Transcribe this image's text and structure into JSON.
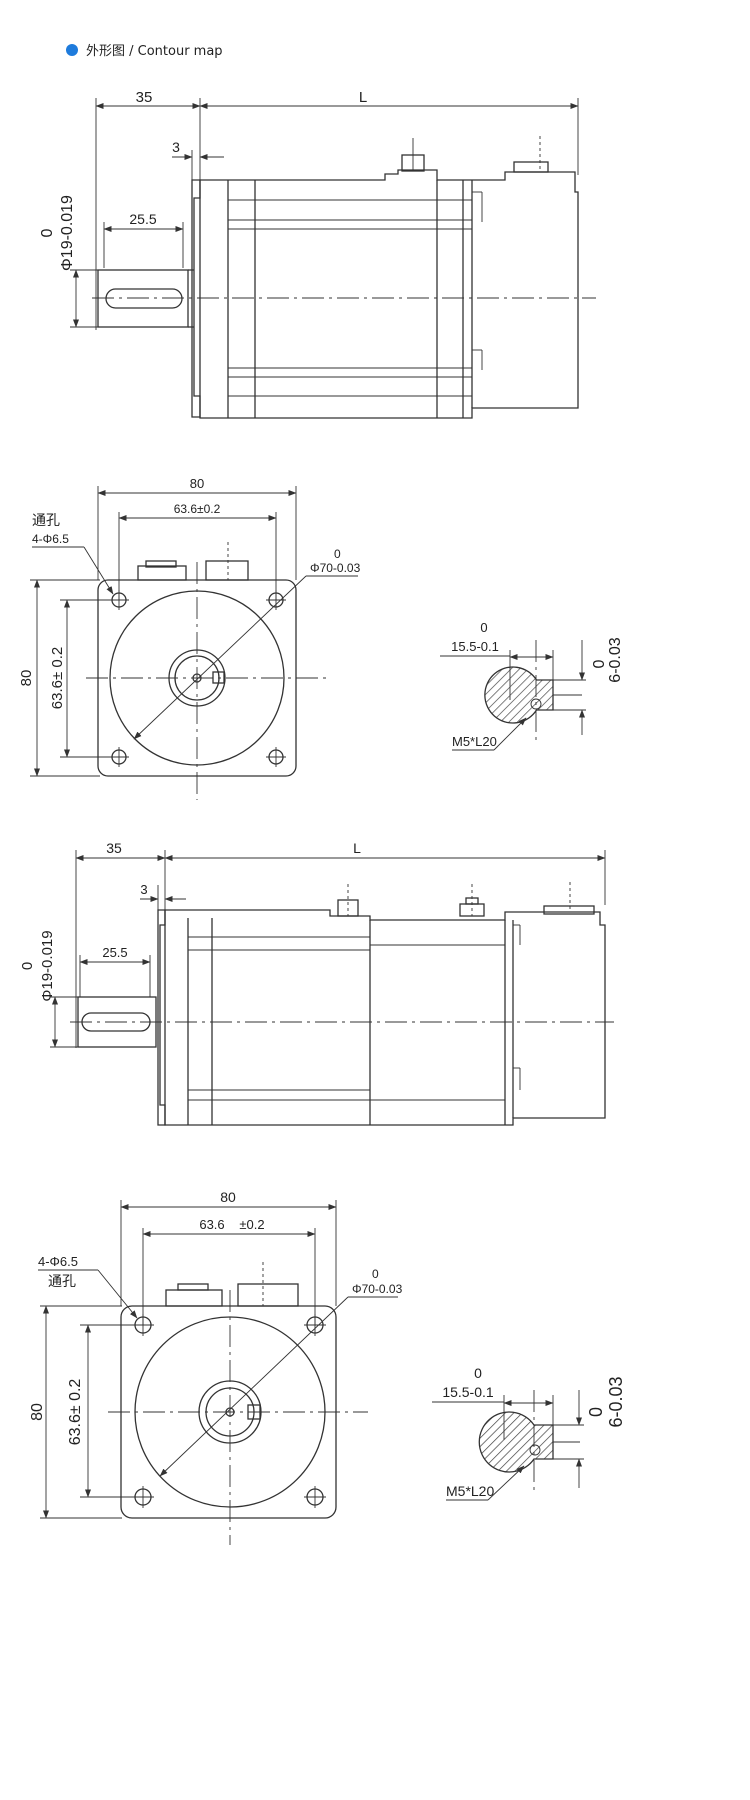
{
  "header": {
    "title": "外形图 / Contour map",
    "accent_color": "#1e7bdc"
  },
  "view1": {
    "dim_35": "35",
    "dim_L": "L",
    "dim_3": "3",
    "dim_25_5": "25.5",
    "shaft_tol_upper": "0",
    "shaft_dia": "Φ19-0.019"
  },
  "front1": {
    "dim_80_top": "80",
    "dim_63_6_top": "63.6±0.2",
    "hole_label_cn": "通孔",
    "hole_label": "4-Φ6.5",
    "pilot_upper": "0",
    "pilot": "Φ70-0.03",
    "dim_80_side": "80",
    "dim_63_6_side": "63.6± 0.2"
  },
  "key1": {
    "dim_upper": "0",
    "dim_15_5": "15.5-0.1",
    "key_upper": "0",
    "key_width": "6-0.03",
    "thread": "M5*L20"
  },
  "view2": {
    "dim_35": "35",
    "dim_L": "L",
    "dim_3": "3",
    "dim_25_5": "25.5",
    "shaft_tol_upper": "0",
    "shaft_dia": "Φ19-0.019"
  },
  "front2": {
    "dim_80_top": "80",
    "dim_63_6": "63.6",
    "dim_tol": "±0.2",
    "hole_label": "4-Φ6.5",
    "hole_label_cn": "通孔",
    "pilot_upper": "0",
    "pilot": "Φ70-0.03",
    "dim_80_side": "80",
    "dim_63_6_side": "63.6± 0.2"
  },
  "key2": {
    "dim_upper": "0",
    "dim_15_5": "15.5-0.1",
    "key_upper": "0",
    "key_width": "6-0.03",
    "thread": "M5*L20"
  }
}
